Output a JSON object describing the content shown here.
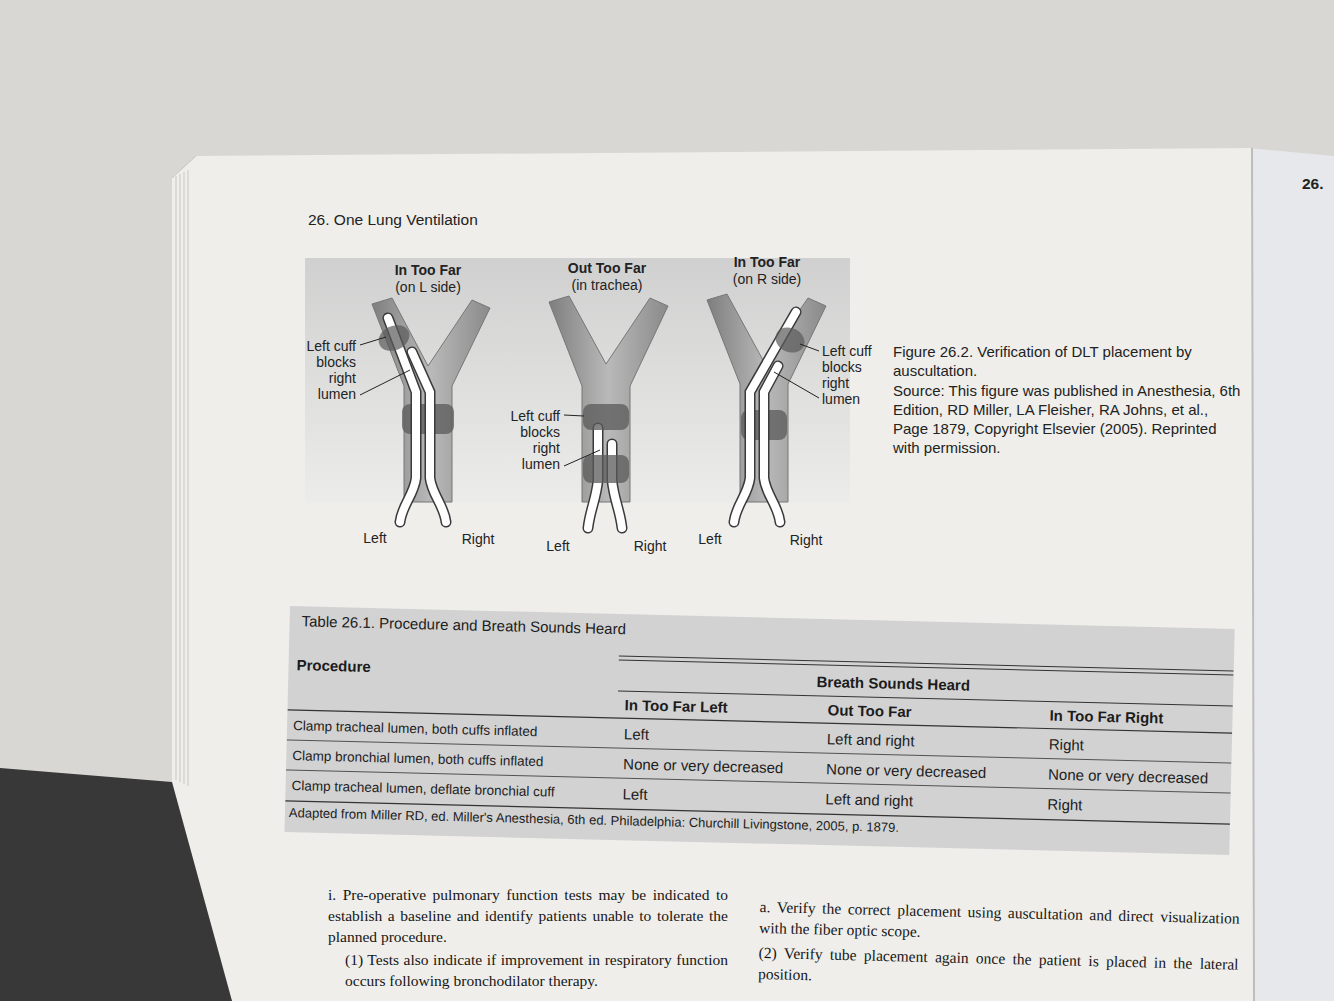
{
  "diagram": {
    "title": "26. One Lung Ventilation",
    "caption": "Figure 26.2. Verification of DLT placement by auscultation.",
    "labels": [
      "In Too Far",
      "(on L side)",
      "Out Too Far",
      "(in trachea)",
      "In Too Far",
      "(on R side)",
      "Left cuff blocks right lumen",
      "Left cuff blocks right lumen",
      "Left cuff blocks right lumen",
      "Left",
      "Right",
      "Left",
      "Right",
      "Left",
      "Right",
      "Source: This figure was published in Anesthesia, 6th Edition, RD Miller, LA Fleisher, RA Johns, et al., Page 1879, Copyright Elsevier (2005). Reprinted with permission.",
      "Table 26.1. Procedure and Breath Sounds Heard",
      "Procedure",
      "Breath Sounds Heard",
      "In Too Far Left",
      "Out Too Far",
      "In Too Far Right",
      "Clamp tracheal lumen, both cuffs inflated",
      "Left",
      "Left and right",
      "Right",
      "Clamp bronchial lumen, both cuffs inflated",
      "None or very decreased",
      "None or very decreased",
      "None or very decreased",
      "Clamp tracheal lumen, deflate bronchial cuff",
      "Left",
      "Left and right",
      "Right",
      "Adapted from Miller RD, ed. Miller's Anesthesia, 6th ed. Philadelphia: Churchill Livingstone, 2005, p. 1879.",
      "i. Pre-operative pulmonary function tests may be indicated to establish a baseline and identify patients unable to tolerate the planned procedure.",
      "(1) Tests also indicate if improvement in respiratory function occurs following bronchodilator therapy.",
      "a. Verify the correct placement using auscultation and direct visualization with the fiber optic scope.",
      "(2) Verify tube placement again once the patient is placed in the lateral position.",
      "26."
    ]
  }
}
